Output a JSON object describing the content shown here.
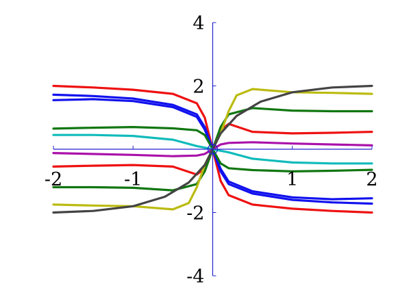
{
  "chart_data": {
    "type": "line",
    "title": "",
    "xlabel": "",
    "ylabel": "",
    "xlim": [
      -2,
      2
    ],
    "ylim": [
      -4,
      4
    ],
    "grid": false,
    "axis_color": "#2020d0",
    "x_ticks": [
      {
        "value": -2,
        "label": "-2"
      },
      {
        "value": -1,
        "label": "-1"
      },
      {
        "value": 1,
        "label": "1"
      },
      {
        "value": 2,
        "label": "2"
      }
    ],
    "y_ticks": [
      {
        "value": 4,
        "label": "4"
      },
      {
        "value": 2,
        "label": "2"
      },
      {
        "value": -2,
        "label": "-2"
      },
      {
        "value": -4,
        "label": "-4"
      }
    ],
    "marker": {
      "x": 0,
      "y": 0,
      "shape": "circle",
      "color": "#2020d0"
    },
    "series": [
      {
        "color": "#ee1111",
        "points": [
          [
            -2,
            2.0
          ],
          [
            -1.5,
            1.95
          ],
          [
            -1,
            1.88
          ],
          [
            -0.5,
            1.75
          ],
          [
            -0.2,
            1.45
          ],
          [
            -0.1,
            1.0
          ],
          [
            0,
            0
          ],
          [
            0.1,
            -1.0
          ],
          [
            0.2,
            -1.45
          ],
          [
            0.5,
            -1.75
          ],
          [
            1,
            -1.88
          ],
          [
            1.5,
            -1.95
          ],
          [
            2,
            -2.0
          ]
        ]
      },
      {
        "color": "#1111ee",
        "points": [
          [
            -2,
            1.72
          ],
          [
            -1.5,
            1.68
          ],
          [
            -1,
            1.6
          ],
          [
            -0.5,
            1.4
          ],
          [
            -0.2,
            1.1
          ],
          [
            -0.1,
            0.7
          ],
          [
            0,
            0
          ],
          [
            0.1,
            -0.7
          ],
          [
            0.2,
            -1.1
          ],
          [
            0.5,
            -1.4
          ],
          [
            1,
            -1.6
          ],
          [
            1.5,
            -1.68
          ],
          [
            2,
            -1.72
          ]
        ]
      },
      {
        "color": "#1111ee",
        "points": [
          [
            -2,
            1.55
          ],
          [
            -1.5,
            1.58
          ],
          [
            -1,
            1.52
          ],
          [
            -0.5,
            1.33
          ],
          [
            -0.2,
            1.02
          ],
          [
            -0.1,
            0.62
          ],
          [
            0,
            0
          ],
          [
            0.1,
            -0.62
          ],
          [
            0.2,
            -1.02
          ],
          [
            0.5,
            -1.33
          ],
          [
            1,
            -1.52
          ],
          [
            1.5,
            -1.58
          ],
          [
            2,
            -1.55
          ]
        ]
      },
      {
        "color": "#117711",
        "points": [
          [
            -2,
            0.65
          ],
          [
            -1.5,
            0.68
          ],
          [
            -1,
            0.7
          ],
          [
            -0.5,
            0.66
          ],
          [
            -0.2,
            0.6
          ],
          [
            -0.1,
            0.45
          ],
          [
            0,
            0
          ],
          [
            0.1,
            -0.45
          ],
          [
            0.2,
            -0.6
          ],
          [
            0.5,
            -0.66
          ],
          [
            1,
            -0.7
          ],
          [
            1.5,
            -0.68
          ],
          [
            2,
            -0.65
          ]
        ]
      },
      {
        "color": "#11bbbb",
        "points": [
          [
            -2,
            0.45
          ],
          [
            -1.5,
            0.45
          ],
          [
            -1,
            0.42
          ],
          [
            -0.5,
            0.3
          ],
          [
            -0.2,
            0.1
          ],
          [
            -0.1,
            0.05
          ],
          [
            0,
            0
          ],
          [
            0.1,
            -0.05
          ],
          [
            0.2,
            -0.1
          ],
          [
            0.5,
            -0.3
          ],
          [
            1,
            -0.42
          ],
          [
            1.5,
            -0.45
          ],
          [
            2,
            -0.45
          ]
        ]
      },
      {
        "color": "#aa11aa",
        "points": [
          [
            -2,
            -0.12
          ],
          [
            -1,
            -0.18
          ],
          [
            -0.5,
            -0.22
          ],
          [
            -0.2,
            -0.2
          ],
          [
            -0.1,
            -0.15
          ],
          [
            0,
            0
          ],
          [
            0.1,
            0.15
          ],
          [
            0.2,
            0.2
          ],
          [
            0.5,
            0.22
          ],
          [
            1,
            0.18
          ],
          [
            2,
            0.12
          ]
        ]
      },
      {
        "color": "#ee1111",
        "points": [
          [
            -2,
            -0.55
          ],
          [
            -1.5,
            -0.52
          ],
          [
            -1,
            -0.5
          ],
          [
            -0.5,
            -0.55
          ],
          [
            -0.2,
            -0.8
          ],
          [
            -0.1,
            -0.6
          ],
          [
            0,
            0
          ],
          [
            0.1,
            0.6
          ],
          [
            0.2,
            0.8
          ],
          [
            0.5,
            0.55
          ],
          [
            1,
            0.5
          ],
          [
            1.5,
            0.52
          ],
          [
            2,
            0.55
          ]
        ]
      },
      {
        "color": "#117711",
        "points": [
          [
            -2,
            -1.2
          ],
          [
            -1.5,
            -1.2
          ],
          [
            -1,
            -1.22
          ],
          [
            -0.5,
            -1.3
          ],
          [
            -0.2,
            -1.1
          ],
          [
            -0.1,
            -0.7
          ],
          [
            0,
            0
          ],
          [
            0.1,
            0.7
          ],
          [
            0.2,
            1.1
          ],
          [
            0.5,
            1.3
          ],
          [
            1,
            1.22
          ],
          [
            1.5,
            1.2
          ],
          [
            2,
            1.2
          ]
        ]
      },
      {
        "color": "#bbbb11",
        "points": [
          [
            -2,
            -1.75
          ],
          [
            -1.5,
            -1.78
          ],
          [
            -1,
            -1.8
          ],
          [
            -0.5,
            -1.9
          ],
          [
            -0.3,
            -1.7
          ],
          [
            -0.2,
            -1.2
          ],
          [
            -0.1,
            -0.5
          ],
          [
            0,
            0
          ],
          [
            0.1,
            0.5
          ],
          [
            0.2,
            1.2
          ],
          [
            0.3,
            1.7
          ],
          [
            0.5,
            1.9
          ],
          [
            1,
            1.8
          ],
          [
            1.5,
            1.78
          ],
          [
            2,
            1.75
          ]
        ]
      },
      {
        "color": "#444444",
        "points": [
          [
            -2,
            -2.0
          ],
          [
            -1.5,
            -1.95
          ],
          [
            -1,
            -1.8
          ],
          [
            -0.6,
            -1.5
          ],
          [
            -0.3,
            -1.05
          ],
          [
            -0.1,
            -0.5
          ],
          [
            0,
            0
          ],
          [
            0.1,
            0.5
          ],
          [
            0.3,
            1.05
          ],
          [
            0.6,
            1.5
          ],
          [
            1,
            1.8
          ],
          [
            1.5,
            1.95
          ],
          [
            2,
            2.0
          ]
        ]
      }
    ]
  }
}
